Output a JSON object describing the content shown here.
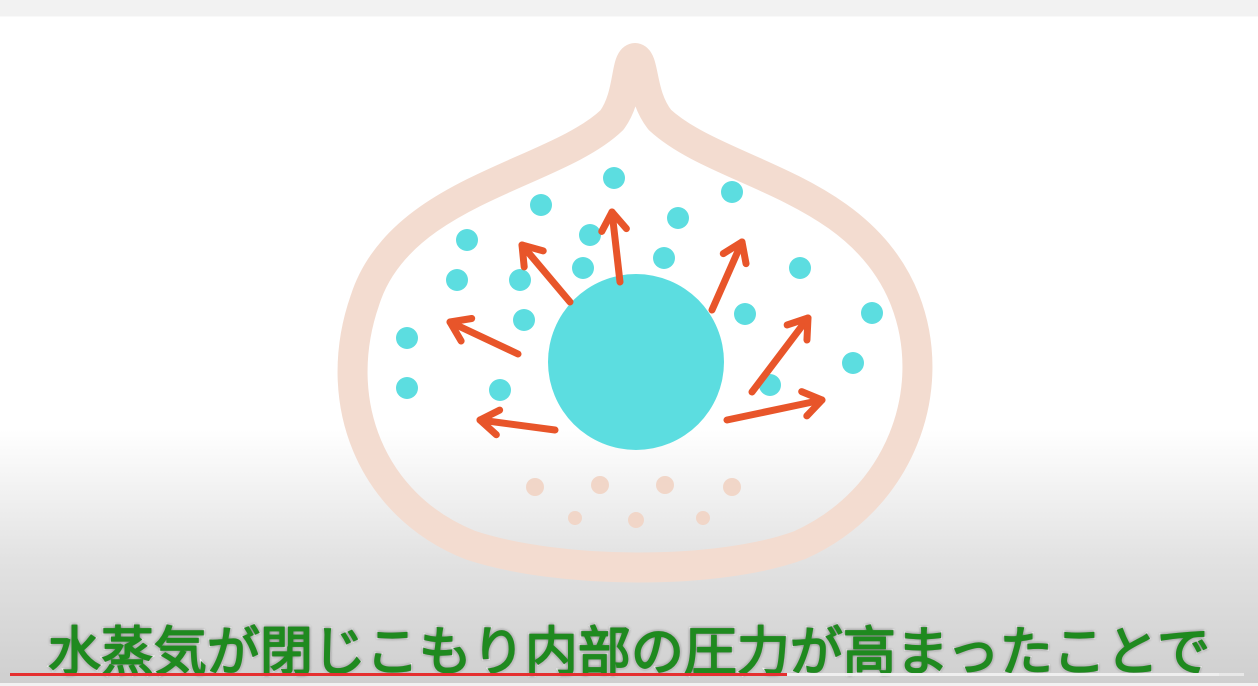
{
  "video": {
    "subtitle": "水蒸気が閉じこもり内部の圧力が高まったことで",
    "progress_percent": 63,
    "buffered_percent": 98
  },
  "colors": {
    "shell": "#f3dcd0",
    "water": "#5cdde0",
    "arrow": "#e8552a",
    "subtitle_text": "#1f8a1f",
    "progress": "#e53030"
  },
  "illustration": {
    "icons": [
      "chestnut-shell-icon",
      "steam-molecule-icon",
      "pressure-arrow-icon"
    ]
  }
}
